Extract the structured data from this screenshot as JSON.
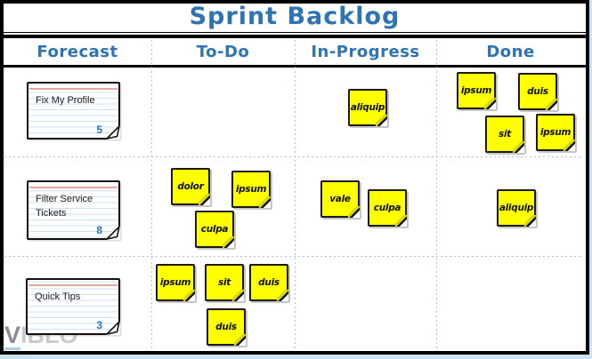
{
  "title": "Sprint Backlog",
  "columns": [
    "Forecast",
    "To-Do",
    "In-Progress",
    "Done"
  ],
  "stories": [
    {
      "title": "Fix My Profile",
      "points": "5",
      "column": "Forecast",
      "row": 1
    },
    {
      "title": "Filter Service Tickets",
      "points": "8",
      "column": "Forecast",
      "row": 2
    },
    {
      "title": "Quick Tips",
      "points": "3",
      "column": "Forecast",
      "row": 3
    }
  ],
  "notes": [
    {
      "label": "aliquip",
      "column": "In-Progress",
      "row": 1
    },
    {
      "label": "ipsum",
      "column": "Done",
      "row": 1
    },
    {
      "label": "duis",
      "column": "Done",
      "row": 1
    },
    {
      "label": "sit",
      "column": "Done",
      "row": 1
    },
    {
      "label": "ipsum",
      "column": "Done",
      "row": 1
    },
    {
      "label": "dolor",
      "column": "To-Do",
      "row": 2
    },
    {
      "label": "ipsum",
      "column": "To-Do",
      "row": 2
    },
    {
      "label": "culpa",
      "column": "To-Do",
      "row": 2
    },
    {
      "label": "vale",
      "column": "In-Progress",
      "row": 2
    },
    {
      "label": "culpa",
      "column": "In-Progress",
      "row": 2
    },
    {
      "label": "aliquip",
      "column": "Done",
      "row": 2
    },
    {
      "label": "ipsum",
      "column": "To-Do",
      "row": 3
    },
    {
      "label": "sit",
      "column": "To-Do",
      "row": 3
    },
    {
      "label": "duis",
      "column": "To-Do",
      "row": 3
    },
    {
      "label": "duis",
      "column": "To-Do",
      "row": 3
    }
  ],
  "watermark": {
    "v": "V",
    "rest": "IBLO"
  },
  "colors": {
    "accent_blue": "#2e74b5",
    "grid_dash_blue": "#9dc3e6",
    "note_yellow": "#ffff00",
    "card_rule_blue": "#cfe0f2",
    "card_rule_red": "#e8a3a3",
    "page_bg": "#cfe2f3",
    "frame_black": "#000000"
  }
}
